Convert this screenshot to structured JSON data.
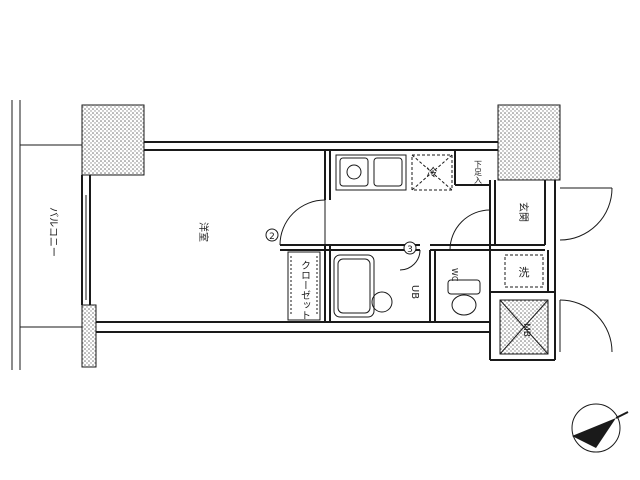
{
  "rooms": {
    "balcony": "バルコニー",
    "western_room": "洋室",
    "closet": "クローゼット",
    "unit_bath": "UB",
    "wc": "WC",
    "entrance": "玄関",
    "washer": "洗",
    "shoe_box": "下足入",
    "fridge": "冷",
    "meter_box": "MB"
  },
  "door_numbers": [
    "2",
    "3"
  ],
  "colors": {
    "line": "#1a1a1a",
    "hatch": "#7a7a7a"
  },
  "icons": {
    "compass": "north-arrow-icon"
  }
}
